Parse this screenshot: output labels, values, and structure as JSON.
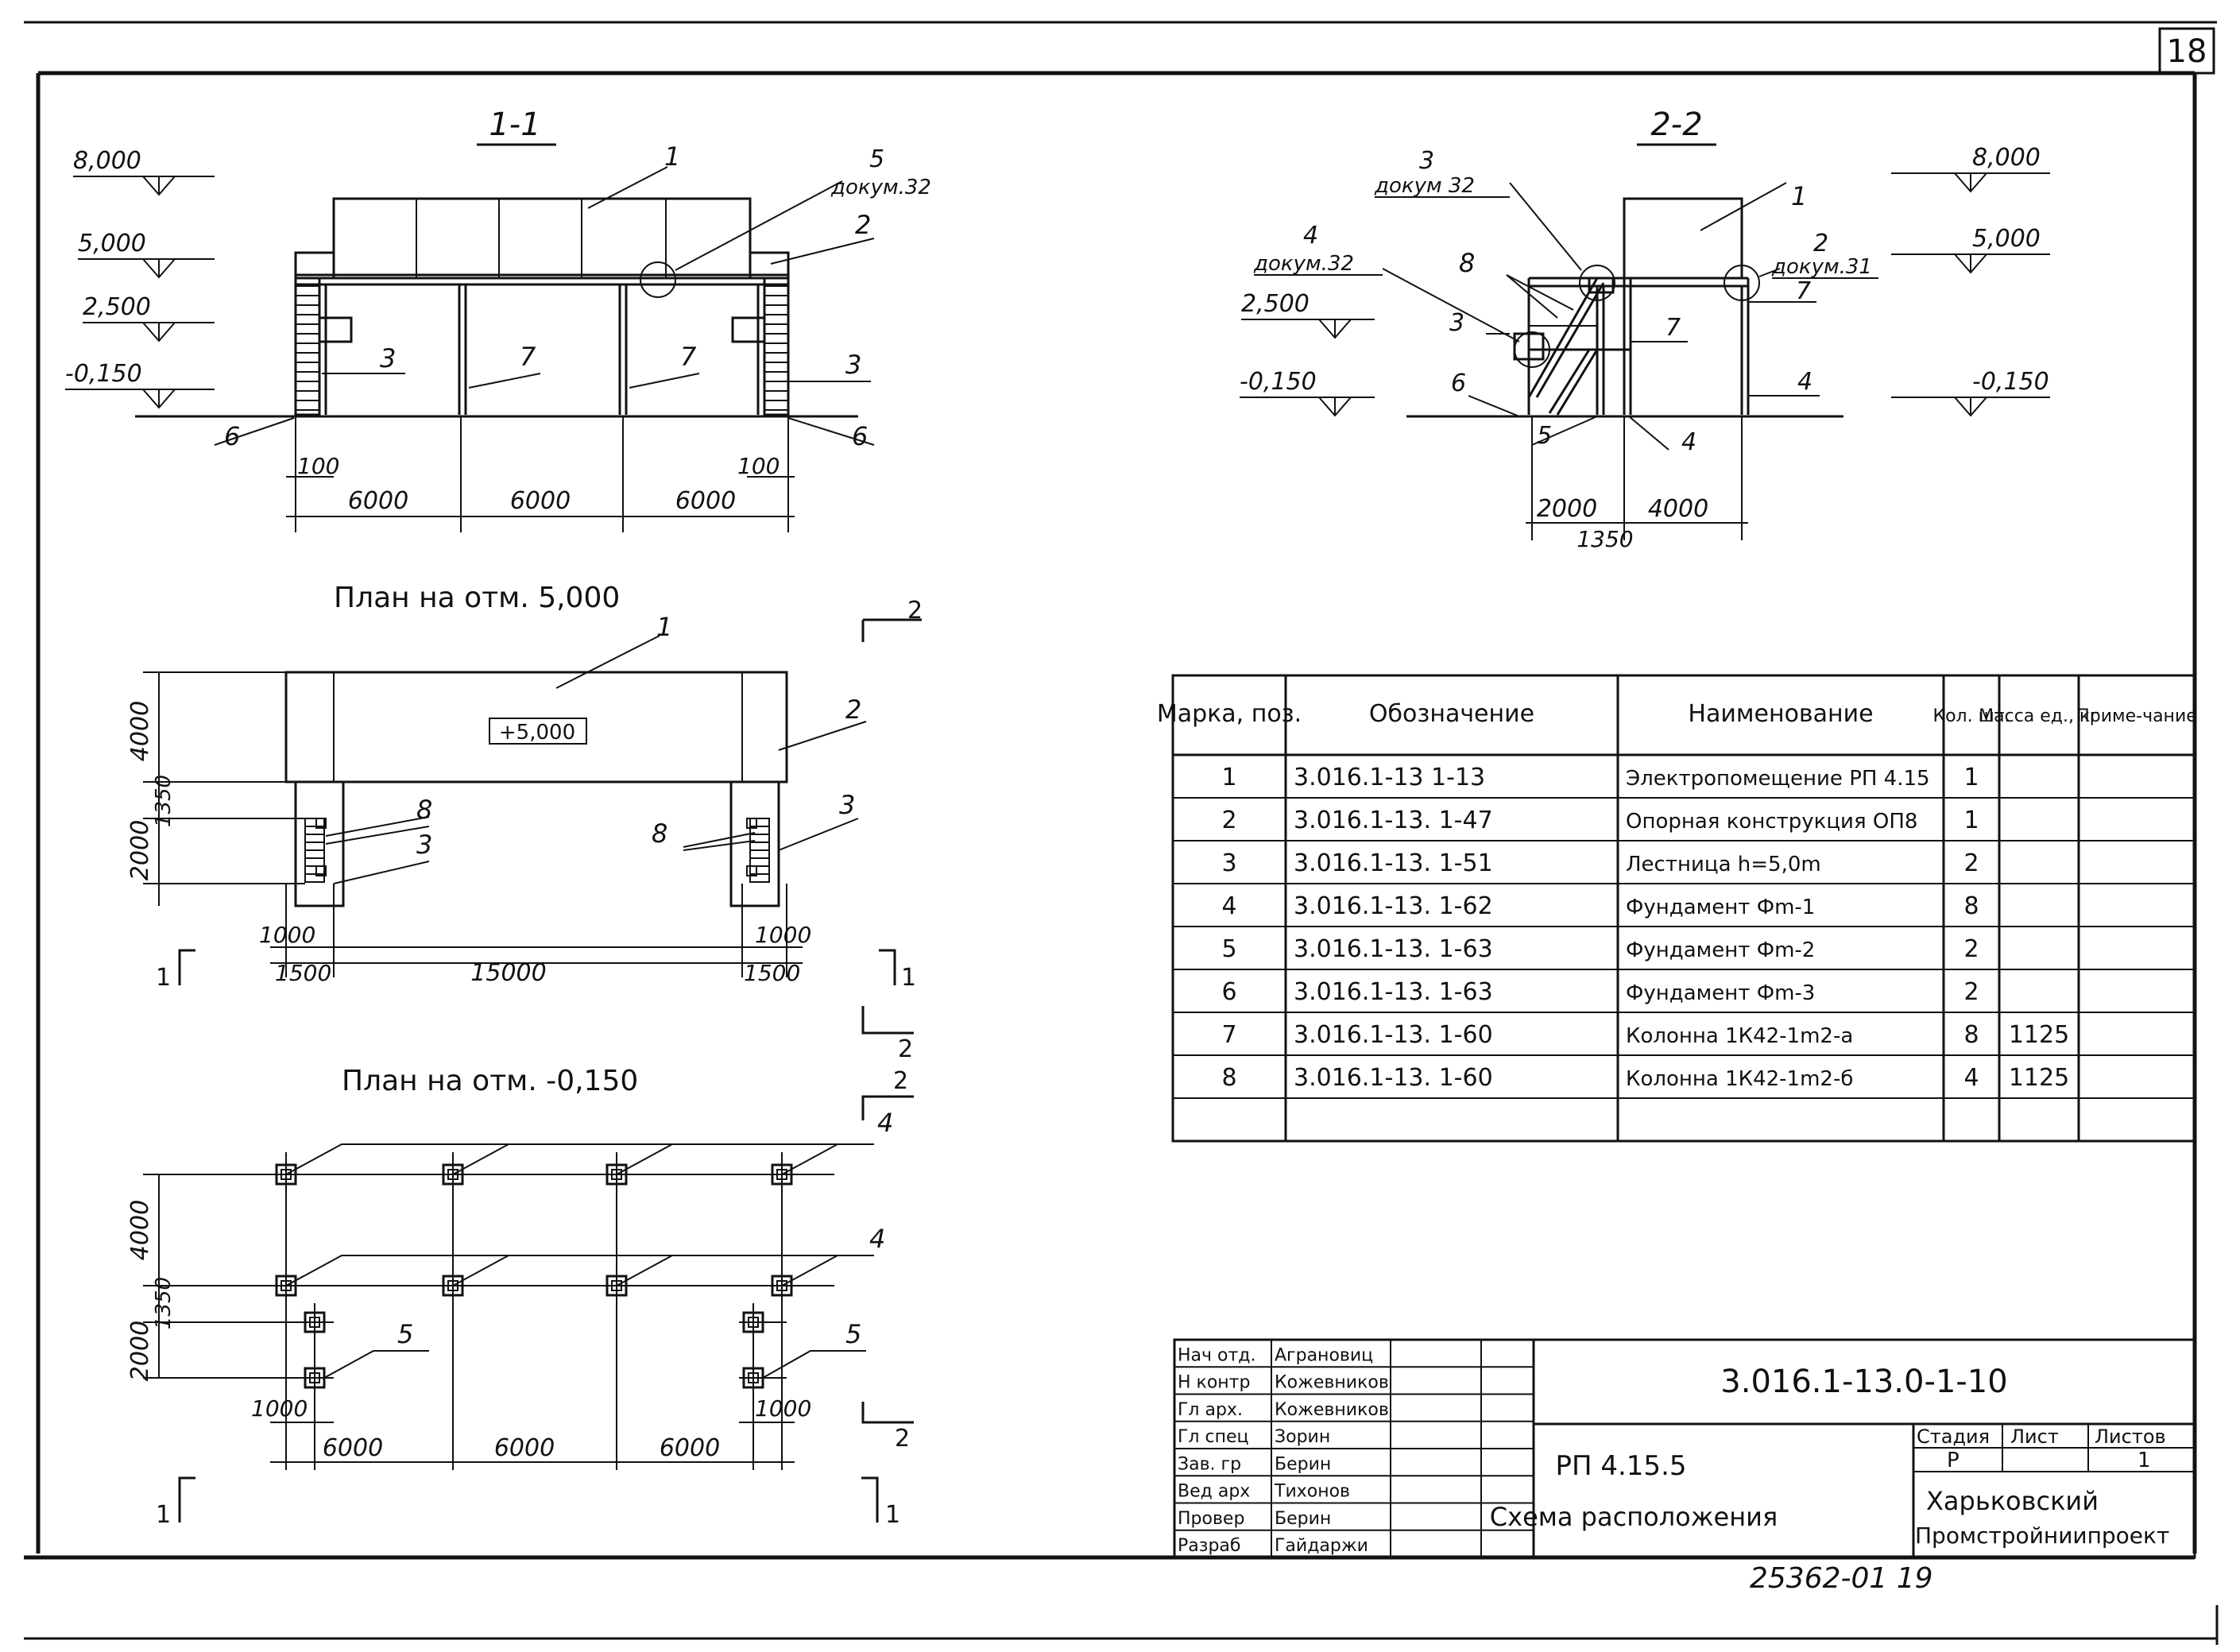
{
  "sheet_number": "18",
  "sections": {
    "s11": {
      "title": "1-1",
      "levels": [
        "8,000",
        "5,000",
        "2,500",
        "-0,150"
      ],
      "dims": [
        "6000",
        "6000",
        "6000",
        "100",
        "100"
      ],
      "marks": [
        "1",
        "2",
        "3",
        "3",
        "5",
        "6",
        "6",
        "7",
        "7"
      ],
      "note5": "докум.32"
    },
    "s22": {
      "title": "2-2",
      "levels_left": [
        "2,500",
        "-0,150"
      ],
      "levels_right": [
        "8,000",
        "5,000",
        "-0,150"
      ],
      "dims": [
        "2000",
        "4000",
        "1350"
      ],
      "marks": [
        "1",
        "2",
        "3",
        "3",
        "4",
        "4",
        "4",
        "5",
        "6",
        "7",
        "7",
        "8"
      ],
      "note3": "докум 32",
      "note4": "докум.32",
      "note2": "докум.31"
    }
  },
  "plan5": {
    "title": "План на отм. 5,000",
    "level_box": "+5,000",
    "dims": [
      "4000",
      "1350",
      "2000",
      "1000",
      "1000",
      "1500",
      "15000",
      "1500"
    ],
    "marks": [
      "1",
      "2",
      "3",
      "3",
      "8",
      "8"
    ],
    "cut": [
      "1",
      "1",
      "2",
      "2"
    ]
  },
  "plan0": {
    "title": "План на отм. -0,150",
    "dims": [
      "4000",
      "1350",
      "2000",
      "1000",
      "1000",
      "6000",
      "6000",
      "6000"
    ],
    "marks": [
      "4",
      "4",
      "5",
      "5"
    ],
    "cut": [
      "1",
      "1",
      "2",
      "2"
    ]
  },
  "spec_table": {
    "headers": [
      "Марка, поз.",
      "Обозначение",
      "Наименование",
      "Кол. шт.",
      "Масса ед., кг",
      "Приме-чание"
    ],
    "rows": [
      [
        "1",
        "3.016.1-13   1-13",
        "Электропомещение РП 4.15",
        "1",
        "",
        ""
      ],
      [
        "2",
        "3.016.1-13.  1-47",
        "Опорная конструкция ОП8",
        "1",
        "",
        ""
      ],
      [
        "3",
        "3.016.1-13.  1-51",
        "Лестница h=5,0m",
        "2",
        "",
        ""
      ],
      [
        "4",
        "3.016.1-13.  1-62",
        "Фундамент Фm-1",
        "8",
        "",
        ""
      ],
      [
        "5",
        "3.016.1-13.  1-63",
        "Фундамент Фm-2",
        "2",
        "",
        ""
      ],
      [
        "6",
        "3.016.1-13.  1-63",
        "Фундамент Фm-3",
        "2",
        "",
        ""
      ],
      [
        "7",
        "3.016.1-13.  1-60",
        "Колонна 1К42-1m2-а",
        "8",
        "1125",
        ""
      ],
      [
        "8",
        "3.016.1-13.  1-60",
        "Колонна 1К42-1m2-б",
        "4",
        "1125",
        ""
      ],
      [
        "",
        "",
        "",
        "",
        "",
        ""
      ]
    ]
  },
  "title_block": {
    "roles": [
      "Нач отд.",
      "Н контр",
      "Гл арх.",
      "Гл спец",
      "Зав. гр",
      "Вед арх",
      "Провер",
      "Разраб"
    ],
    "names": [
      "Аграновиц",
      "Кожевников",
      "Кожевников",
      "Зорин",
      "Берин",
      "Тихонов",
      "Берин",
      "Гайдаржи"
    ],
    "designation": "3.016.1-13.0-1-10",
    "object": "РП 4.15.5",
    "sheet_title": "Схема расположения",
    "stage_label": "Стадия",
    "sheet_label": "Лист",
    "sheets_label": "Листов",
    "stage": "Р",
    "sheets": "1",
    "org": [
      "Харьковский",
      "Промстройниипроект"
    ]
  },
  "footer_number": "25362-01  19"
}
